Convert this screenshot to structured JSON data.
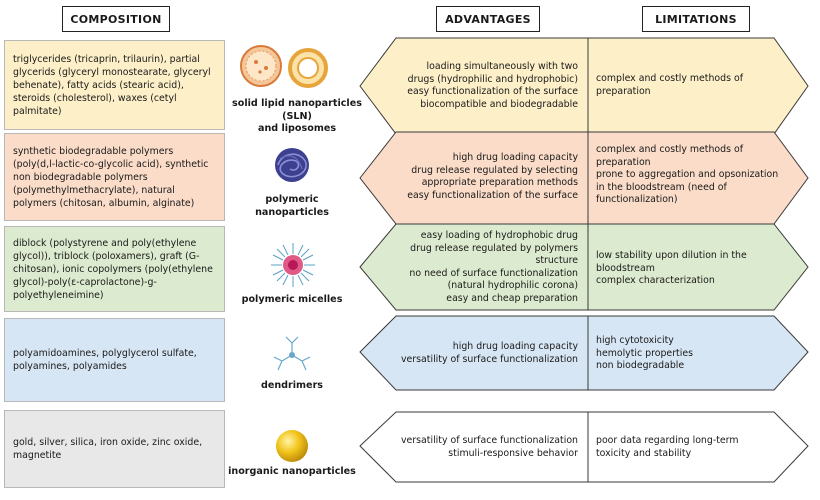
{
  "headers": {
    "composition": "COMPOSITION",
    "advantages": "ADVANTAGES",
    "limitations": "LIMITATIONS"
  },
  "colors": {
    "sln": "#fdf0c8",
    "polymeric": "#fadcc8",
    "micelles": "#dcebcf",
    "dendrimers": "#d7e6f4",
    "inorganic": "#e8e8e8"
  },
  "rows": [
    {
      "name": "solid lipid nanoparticles (SLN) and liposomes",
      "label_lines": [
        "solid lipid nanoparticles (SLN)",
        "and liposomes"
      ],
      "icon": "lipid-nanoparticle-liposome-icon",
      "composition": "triglycerides (tricaprin, trilaurin), partial glycerids (glyceryl monostearate, glyceryl behenate), fatty acids (stearic acid), steroids (cholesterol), waxes (cetyl palmitate)",
      "advantages": [
        "loading simultaneously with two",
        "drugs (hydrophilic and hydrophobic)",
        "easy functionalization of the surface",
        "biocompatible and biodegradable"
      ],
      "limitations": [
        "complex and costly methods of",
        "preparation"
      ]
    },
    {
      "name": "polymeric nanoparticles",
      "label_lines": [
        "polymeric",
        "nanoparticles"
      ],
      "icon": "polymeric-nanoparticle-icon",
      "composition": "synthetic biodegradable polymers (poly(d,l-lactic-co-glycolic acid), synthetic non biodegradable polymers (polymethylmethacrylate), natural polymers (chitosan, albumin, alginate)",
      "advantages": [
        "high drug loading capacity",
        "drug release regulated by selecting",
        "appropriate preparation methods",
        "easy functionalization of the surface"
      ],
      "limitations": [
        "complex and costly methods of",
        "preparation",
        "prone to aggregation  and opsonization",
        "in the bloodstream (need of",
        "functionalization)"
      ]
    },
    {
      "name": "polymeric micelles",
      "label_lines": [
        "polymeric micelles"
      ],
      "icon": "polymeric-micelle-icon",
      "composition": "diblock (polystyrene and poly(ethylene glycol)), triblock (poloxamers), graft (G-chitosan), ionic copolymers (poly(ethylene glycol)-poly(ε-caprolactone)-g-polyethyleneimine)",
      "advantages": [
        "easy loading of hydrophobic drug",
        "drug release regulated by polymers",
        "structure",
        "no need of surface functionalization",
        "(natural hydrophilic corona)",
        "easy and cheap preparation"
      ],
      "limitations": [
        "low stability upon dilution in the",
        "bloodstream",
        "complex characterization"
      ]
    },
    {
      "name": "dendrimers",
      "label_lines": [
        "dendrimers"
      ],
      "icon": "dendrimer-icon",
      "composition": "polyamidoamines, polyglycerol sulfate, polyamines, polyamides",
      "advantages": [
        "high drug loading capacity",
        "versatility of surface functionalization"
      ],
      "limitations": [
        "high cytotoxicity",
        "hemolytic properties",
        "non biodegradable"
      ]
    },
    {
      "name": "inorganic nanoparticles",
      "label_lines": [
        "inorganic nanoparticles"
      ],
      "icon": "inorganic-nanoparticle-icon",
      "composition": "gold, silver, silica, iron oxide, zinc oxide, magnetite",
      "advantages": [
        "versatility of surface functionalization",
        "stimuli-responsive behavior"
      ],
      "limitations": [
        "poor data regarding long-term",
        "toxicity and stability"
      ]
    }
  ]
}
